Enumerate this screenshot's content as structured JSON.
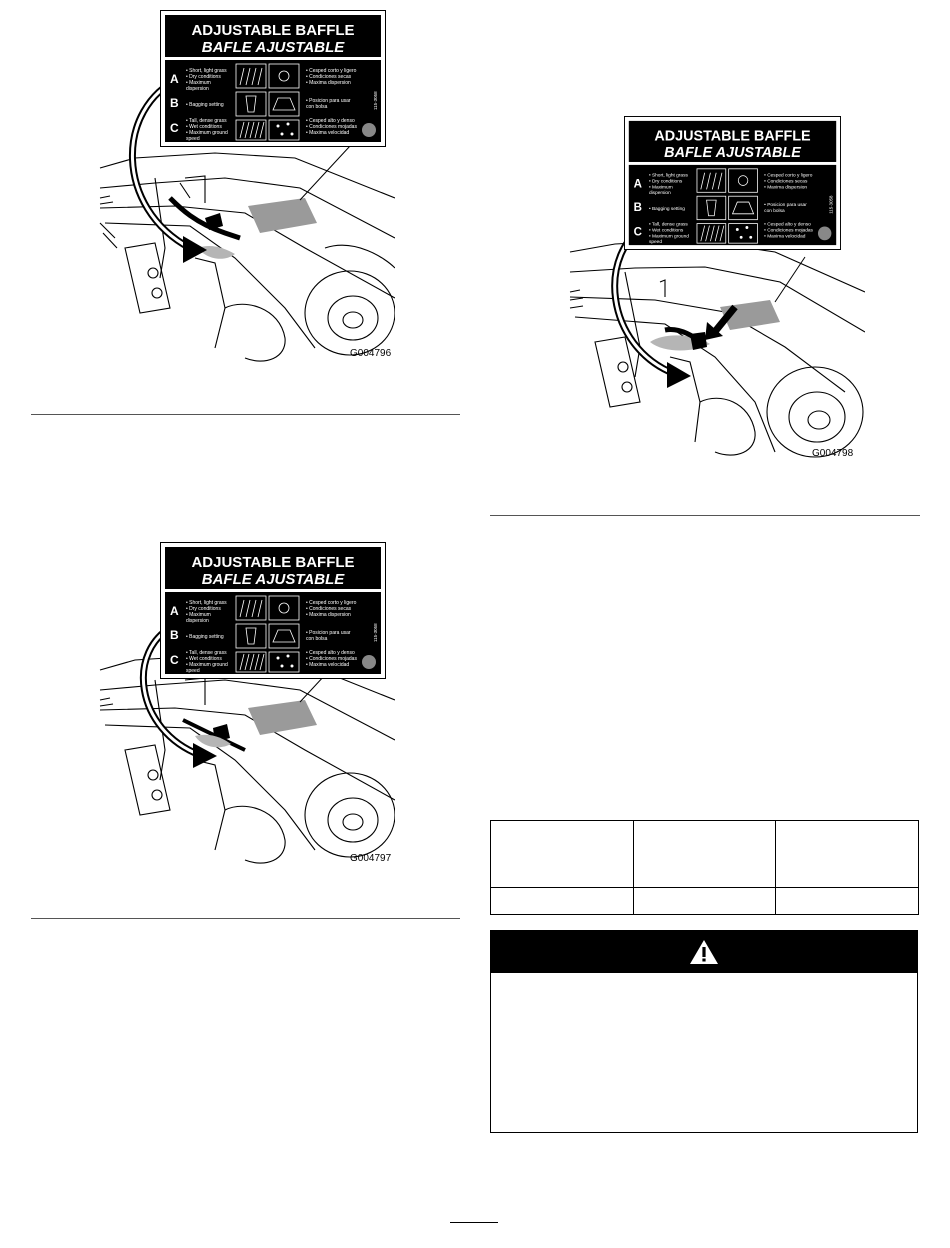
{
  "decal": {
    "title_en": "ADJUSTABLE BAFFLE",
    "title_es": "BAFLE AJUSTABLE",
    "part_number": "115-3058",
    "rows": [
      {
        "letter": "A",
        "en": [
          "• Short, light grass",
          "• Dry conditions",
          "• Maximum",
          "  dispersion"
        ],
        "es": [
          "• Cesped corto y ligero",
          "• Condiciones secas",
          "• Maxima dispersion"
        ]
      },
      {
        "letter": "B",
        "en": [
          "• Bagging setting"
        ],
        "es": [
          "• Posicion para usar",
          "  con bolsa"
        ]
      },
      {
        "letter": "C",
        "en": [
          "• Tall, dense grass",
          "• Wet conditions",
          "• Maximum ground",
          "  speed"
        ],
        "es": [
          "• Cesped alto y denso",
          "• Condiciones mojadas",
          "• Maxima velocidad"
        ]
      }
    ]
  },
  "figures": [
    {
      "code": "G004796"
    },
    {
      "code": "G004797"
    },
    {
      "code": "G004798"
    }
  ],
  "colors": {
    "decal_bg": "#000000",
    "decal_fg": "#ffffff",
    "gray": "#9a9a9a"
  },
  "icons": {
    "warning": "warning-triangle-icon"
  }
}
